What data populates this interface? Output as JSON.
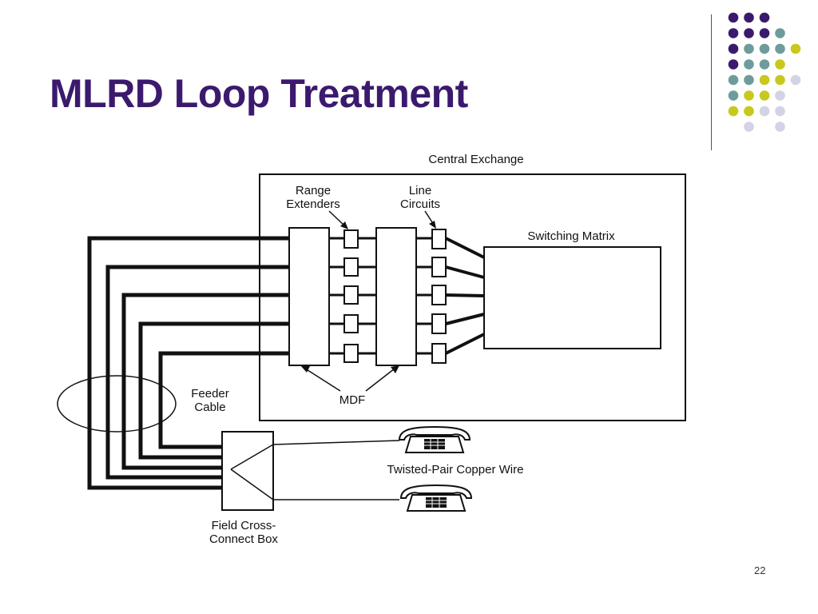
{
  "slide": {
    "title": "MLRD Loop Treatment",
    "page_number": "22"
  },
  "theme": {
    "title_color": "#3b1a6e",
    "dot_colors": {
      "purple": "#3b1a6e",
      "teal": "#6e9c9c",
      "lime": "#c8c81e",
      "lavender": "#d4d2e6"
    }
  },
  "diagram": {
    "central_exchange_label": "Central Exchange",
    "range_extenders_label": [
      "Range",
      "Extenders"
    ],
    "line_circuits_label": [
      "Line",
      "Circuits"
    ],
    "switching_matrix_label": "Switching Matrix",
    "feeder_cable_label": [
      "Feeder",
      "Cable"
    ],
    "mdf_label": "MDF",
    "twisted_pair_label": "Twisted-Pair Copper Wire",
    "cross_connect_label": [
      "Field Cross-",
      "Connect Box"
    ]
  }
}
